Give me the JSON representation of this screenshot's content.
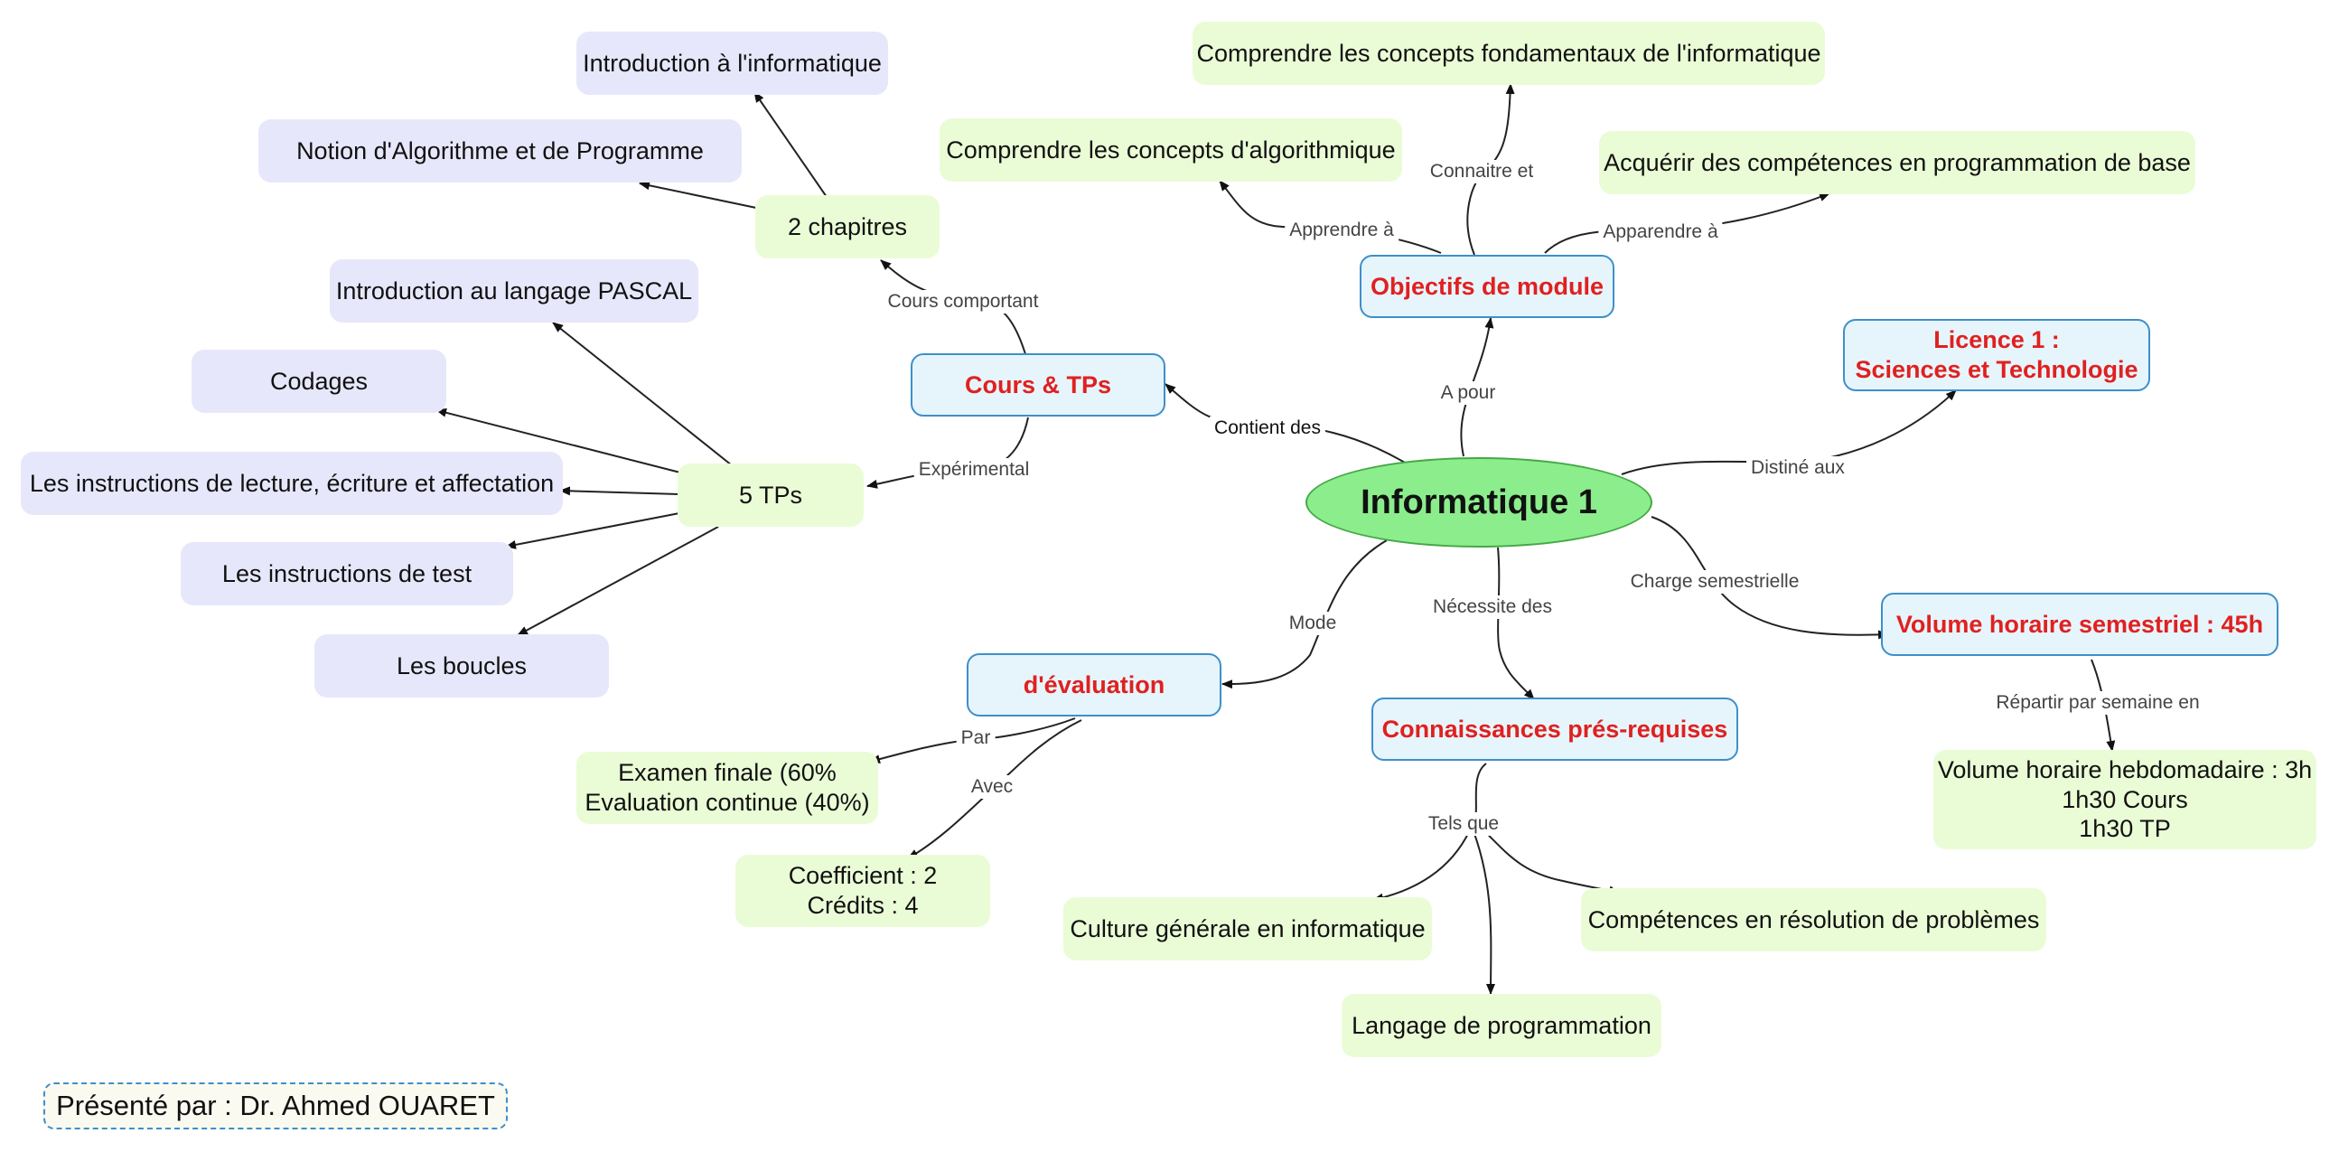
{
  "center": {
    "label": "Informatique 1"
  },
  "branches": {
    "licence": {
      "label": "Licence 1 :\nSciences et Technologie"
    },
    "objectifs": {
      "label": "Objectifs de module"
    },
    "cours": {
      "label": "Cours & TPs"
    },
    "evaluation": {
      "label": "d'évaluation"
    },
    "connaissances": {
      "label": "Connaissances prés-requises"
    },
    "volume": {
      "label": "Volume horaire semestriel : 45h"
    }
  },
  "leaves": {
    "intro_info": "Introduction à l'informatique",
    "notion_algo": "Notion d'Algorithme et de Programme",
    "deux_chapitres": "2 chapitres",
    "intro_pascal": "Introduction au langage PASCAL",
    "codages": "Codages",
    "instructions_lecture": "Les instructions de lecture, écriture et affectation",
    "cinq_tps": "5 TPs",
    "instructions_test": "Les instructions de test",
    "boucles": "Les boucles",
    "concepts_fond": "Comprendre les concepts fondamentaux de l'informatique",
    "concepts_algo": "Comprendre les concepts d'algorithmique",
    "competences_prog": "Acquérir des compétences en programmation de base",
    "examen": "Examen finale (60%\nEvaluation continue (40%)",
    "coefficient": "Coefficient : 2\nCrédits : 4",
    "culture": "Culture générale en informatique",
    "resolution": "Compétences en résolution de problèmes",
    "langage": "Langage de programmation",
    "hebdo": "Volume horaire hebdomadaire : 3h\n1h30 Cours\n1h30 TP"
  },
  "edge_labels": {
    "a_pour": "A pour",
    "contient_des": "Contient des",
    "distine_aux": "Distiné aux",
    "charge_semestrielle": "Charge semestrielle",
    "mode": "Mode",
    "necessite_des": "Nécessite des",
    "cours_comportant": "Cours comportant",
    "experimental": "Expérimental",
    "apprendre_a": "Apprendre à",
    "connaitre_et": "Connaitre et",
    "apparendre_a": "Apparendre à",
    "par": "Par",
    "avec": "Avec",
    "tels_que": "Tels que",
    "repartir": "Répartir par semaine en"
  },
  "footer": {
    "presenter": "Présenté par :  Dr. Ahmed OUARET"
  }
}
